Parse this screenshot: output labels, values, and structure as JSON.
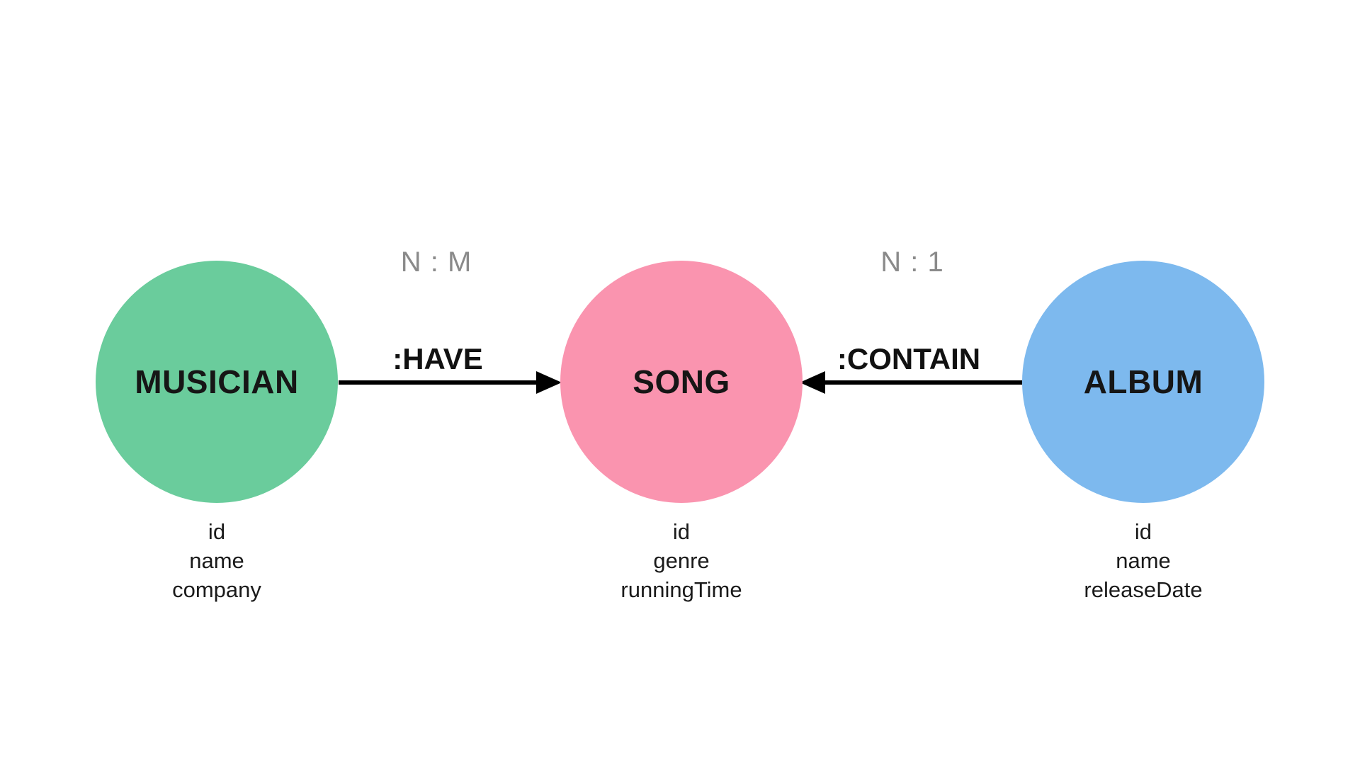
{
  "diagram": {
    "background_color": "#ffffff",
    "nodes": [
      {
        "label": "MUSICIAN",
        "color": "#6acc9c",
        "attributes": [
          "id",
          "name",
          "company"
        ]
      },
      {
        "label": "SONG",
        "color": "#fa94af",
        "attributes": [
          "id",
          "genre",
          "runningTime"
        ]
      },
      {
        "label": "ALBUM",
        "color": "#7db9ee",
        "attributes": [
          "id",
          "name",
          "releaseDate"
        ]
      }
    ],
    "relationships": [
      {
        "label": ":HAVE",
        "cardinality": "N : M",
        "from": "MUSICIAN",
        "to": "SONG",
        "arrow_direction": "right"
      },
      {
        "label": ":CONTAIN",
        "cardinality": "N : 1",
        "from": "ALBUM",
        "to": "SONG",
        "arrow_direction": "left"
      }
    ],
    "colors": {
      "node_text": "#161616",
      "relationship_text": "#111111",
      "cardinality_text": "#8a8a8a",
      "arrow": "#000000"
    }
  }
}
